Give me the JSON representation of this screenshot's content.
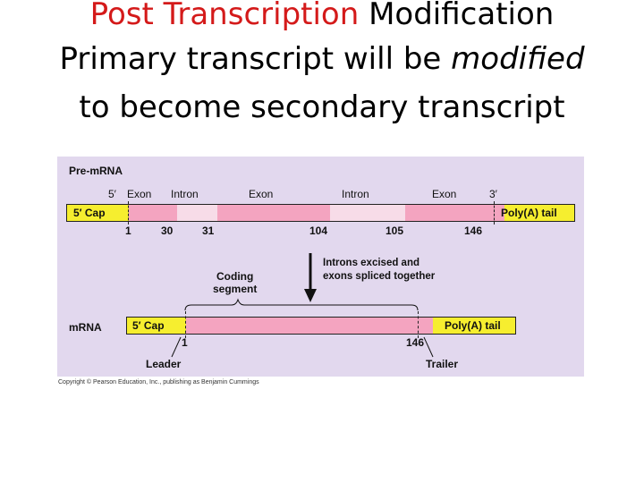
{
  "title": {
    "line1_red": "Post Transcription",
    "line1_black": " Modification",
    "line2_plain": "Primary transcript will be ",
    "line2_italic": "modified",
    "line3": "to become secondary transcript"
  },
  "diagram": {
    "pre_mrna_label": "Pre-m",
    "pre_mrna_label_suffix": "RNA",
    "five_prime": "5′",
    "three_prime": "3′",
    "segments": [
      "Exon",
      "Intron",
      "Exon",
      "Intron",
      "Exon"
    ],
    "cap_label": "5′ Cap",
    "tail_label": "Poly(A) tail",
    "positions": [
      "1",
      "30",
      "31",
      "104",
      "105",
      "146"
    ],
    "process_label_line1": "Introns excised and",
    "process_label_line2": "exons spliced together",
    "coding_label_line1": "Coding",
    "coding_label_line2": "segment",
    "mrna_label": "mRNA",
    "mrna_positions": [
      "1",
      "146"
    ],
    "leader_label": "Leader",
    "trailer_label": "Trailer"
  },
  "copyright": "Copyright © Pearson Education, Inc., publishing as Benjamin Cummings"
}
